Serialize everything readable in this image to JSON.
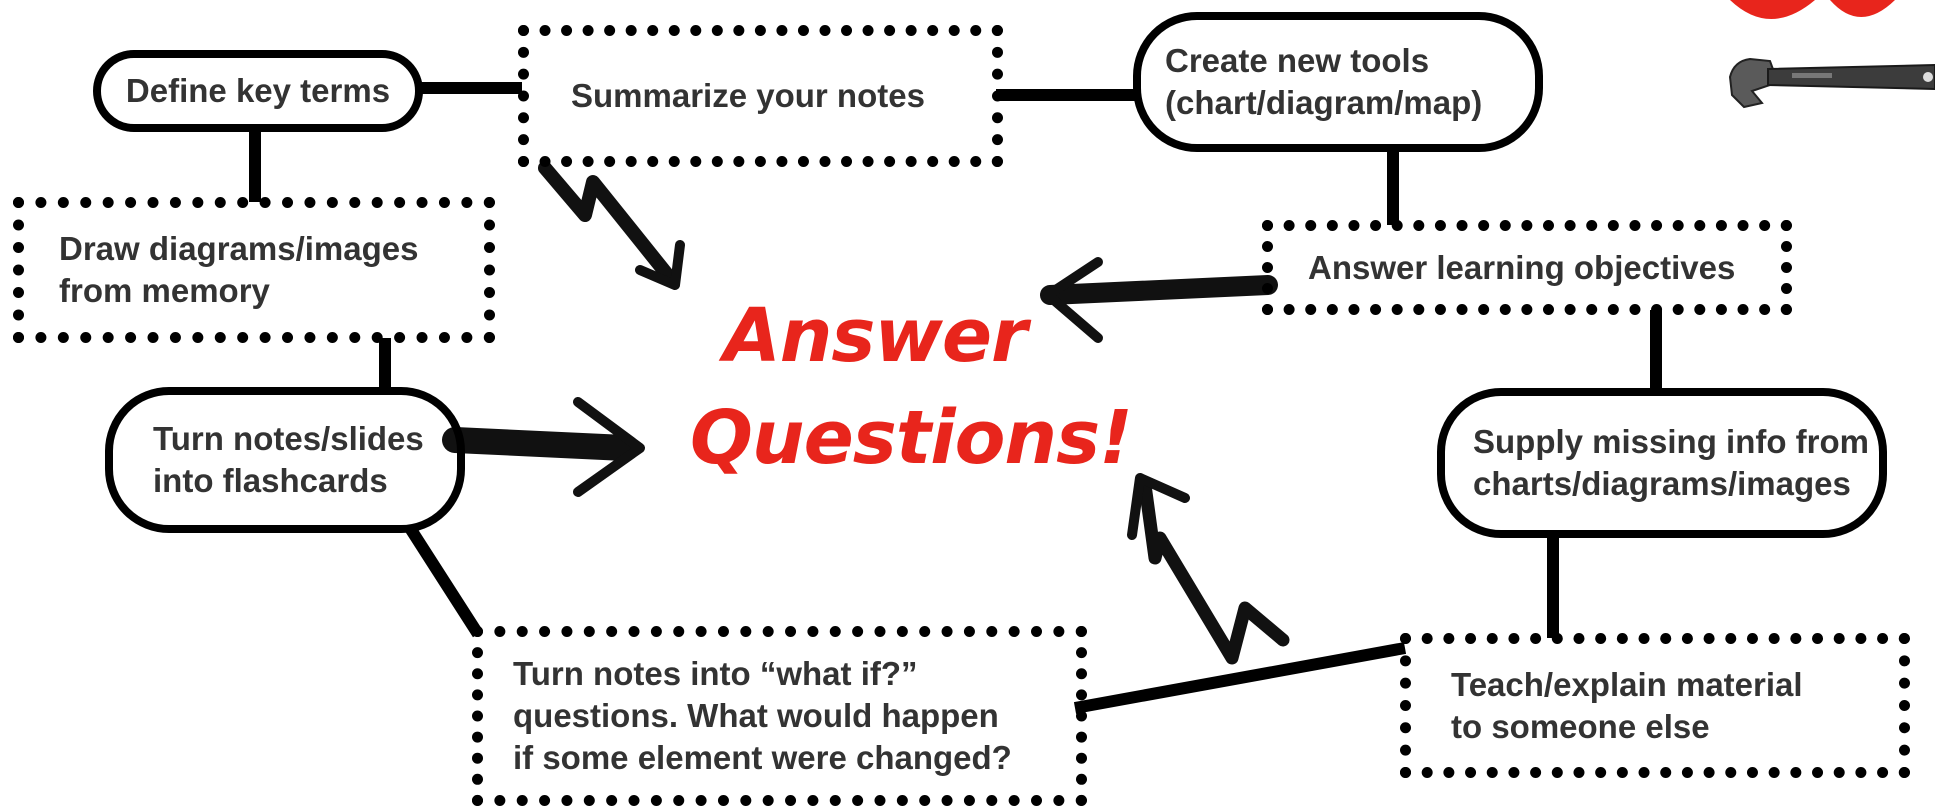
{
  "center": {
    "line1": "Answer",
    "line2": "Questions!"
  },
  "nodes": {
    "define_key_terms": "Define key terms",
    "summarize_notes": "Summarize your notes",
    "create_new_tools": "Create new tools\n(chart/diagram/map)",
    "draw_diagrams": "Draw diagrams/images\nfrom memory",
    "answer_objectives": "Answer learning objectives",
    "flashcards": "Turn notes/slides\ninto flashcards",
    "supply_missing_info": "Supply missing info from\ncharts/diagrams/images",
    "what_if": "Turn notes into “what if?”\nquestions. What would happen\nif some element were changed?",
    "teach_explain": "Teach/explain material\nto someone else"
  },
  "colors": {
    "accent": "#e8251c",
    "ink": "#000000",
    "text": "#333333"
  },
  "icons": {
    "top_right_decor": "wrench-icon",
    "partial_red_shape": "red-arc-decoration"
  }
}
